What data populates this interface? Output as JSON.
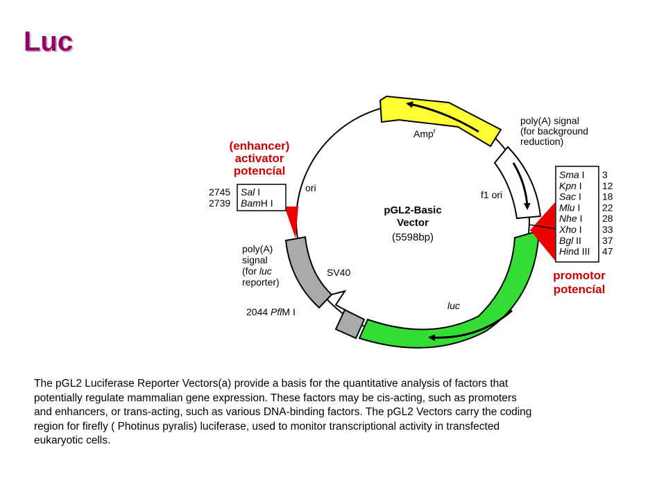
{
  "title": "Luc",
  "colors": {
    "title": "#990066",
    "red_label": "#cc0000",
    "amp_segment": "#ffff33",
    "luc_segment": "#33dd33",
    "sv40_segment": "#aaaaaa",
    "site_wedge": "#ee0000"
  },
  "vector": {
    "name": "pGL2-Basic",
    "name_line2": "Vector",
    "size": "(5598bp)"
  },
  "features": {
    "amp": "Amp",
    "amp_sup": "r",
    "f1_ori": "f1 ori",
    "ori": "ori",
    "sv40": "SV40",
    "luc": "luc"
  },
  "enhancer_label": [
    "(enhancer)",
    "activator",
    "potencíal"
  ],
  "promoter_label": [
    "promotor",
    "potencíal"
  ],
  "polya_background": [
    "poly(A) signal",
    "(for background",
    "reduction)"
  ],
  "polya_luc": [
    "poly(A)",
    "signal",
    "(for ",
    "luc",
    "reporter)"
  ],
  "left_sites": [
    {
      "position": "2745",
      "name_italic": "Sal",
      "name_rest": " I"
    },
    {
      "position": "2739",
      "name_italic": "Bam",
      "name_rest": "H I"
    }
  ],
  "pflm": {
    "position": "2044",
    "name_italic": "Pfl",
    "name_rest": "M I"
  },
  "mcs_sites": [
    {
      "name_italic": "Sma",
      "name_rest": " I",
      "position": "3"
    },
    {
      "name_italic": "Kpn",
      "name_rest": " I",
      "position": "12"
    },
    {
      "name_italic": "Sac",
      "name_rest": "  I",
      "position": "18"
    },
    {
      "name_italic": "Mlu",
      "name_rest": " I",
      "position": "22"
    },
    {
      "name_italic": "Nhe",
      "name_rest": " I",
      "position": "28"
    },
    {
      "name_italic": "Xho",
      "name_rest": " I",
      "position": "33"
    },
    {
      "name_italic": "Bgl",
      "name_rest": " II",
      "position": "37"
    },
    {
      "name_italic": "Hin",
      "name_rest": "d III",
      "position": "47"
    }
  ],
  "description": "The pGL2 Luciferase Reporter Vectors(a) provide a basis for the quantitative analysis of factors that potentially regulate mammalian gene expression. These factors may be cis-acting, such as promoters and enhancers, or trans-acting, such as various DNA-binding factors. The pGL2 Vectors carry the coding region for firefly ( Photinus pyralis) luciferase, used to monitor transcriptional activity in transfected eukaryotic cells."
}
